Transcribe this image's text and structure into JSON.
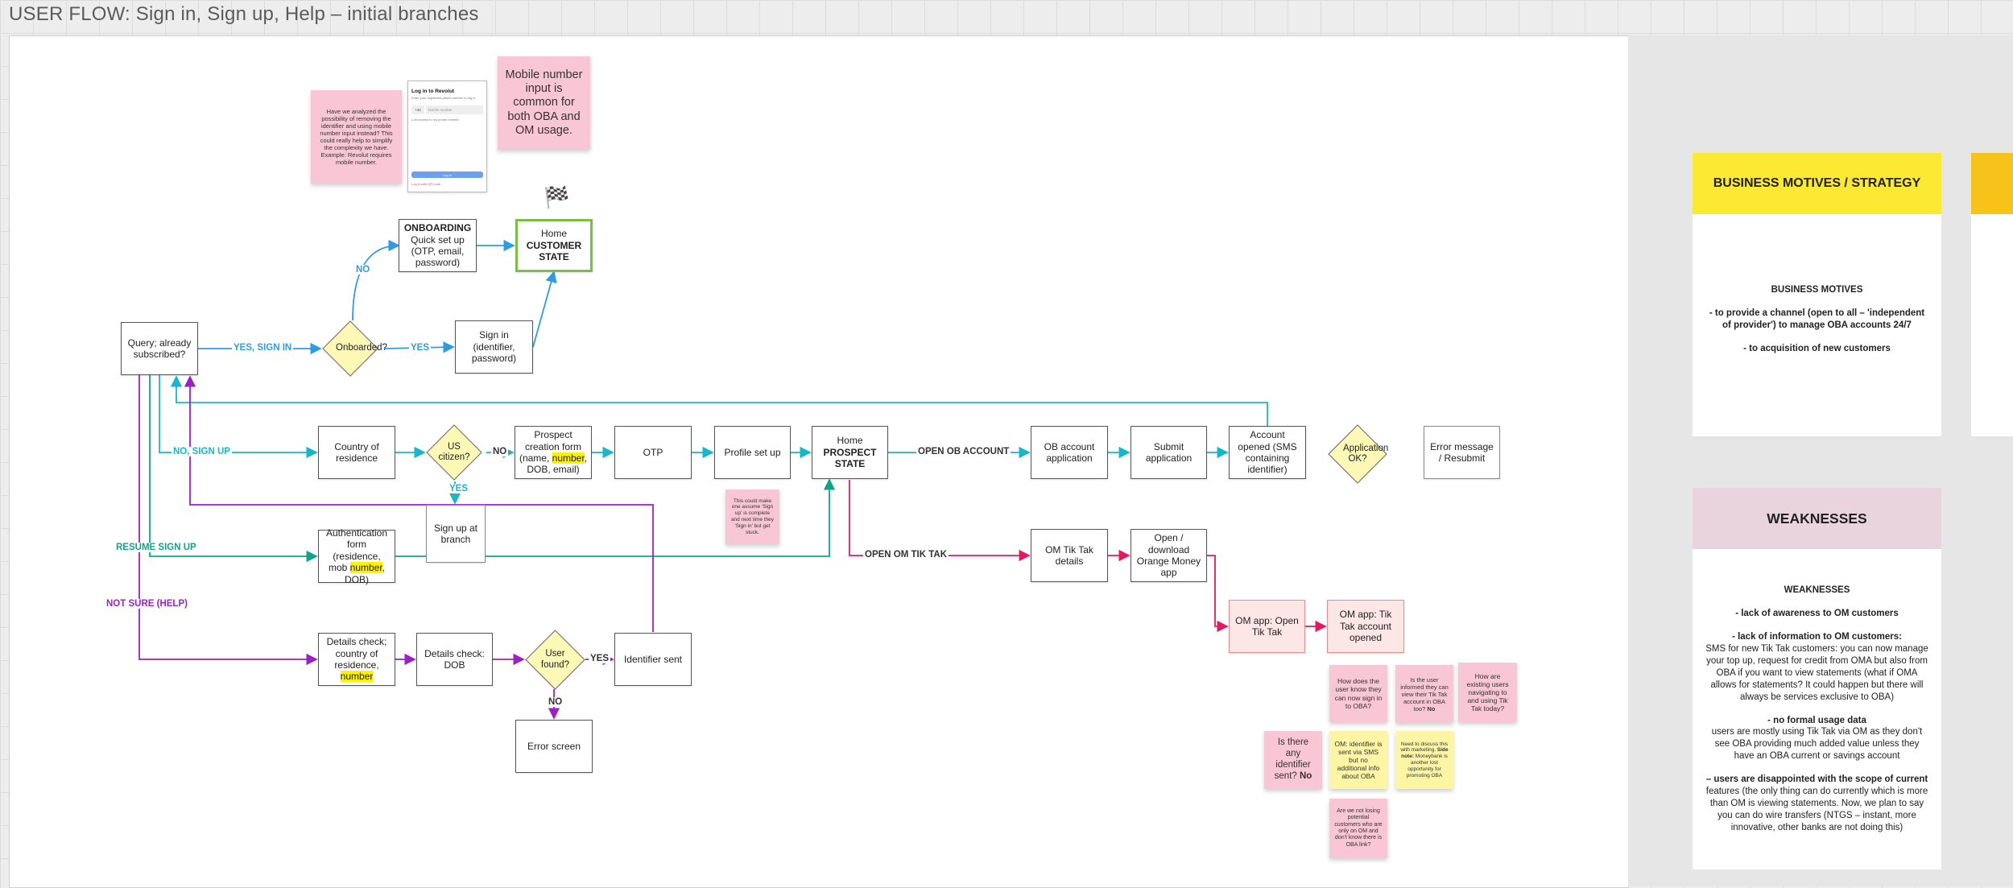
{
  "frame_title": "USER FLOW: Sign in, Sign up, Help – initial branches",
  "nodes": {
    "query": "Query; already subscribed?",
    "onboarded": "Onboarded?",
    "onboarding_title": "ONBOARDING",
    "onboarding_body": "Quick set up (OTP, email, password)",
    "home_customer_line1": "Home",
    "home_customer_line2": "CUSTOMER STATE",
    "sign_in": "Sign in (identifier, password)",
    "country": "Country of residence",
    "us_citizen": "US citizen?",
    "prospect_line1": "Prospect creation form (name,",
    "prospect_hl": "number",
    "prospect_line2": ", DOB, email)",
    "otp": "OTP",
    "profile": "Profile set up",
    "home_prospect_line1": "Home",
    "home_prospect_line2": "PROSPECT STATE",
    "ob_application": "OB account application",
    "submit": "Submit application",
    "account_opened": "Account opened (SMS containing identifier)",
    "application_ok": "Application OK?",
    "error_resubmit": "Error message / Resubmit",
    "signup_branch": "Sign up at branch",
    "auth_line1": "Authentication form (residence, mob",
    "auth_hl": "number",
    "auth_line2": ", DOB)",
    "om_tiktak": "OM Tik Tak details",
    "open_download": "Open / download Orange Money app",
    "om_open": "OM app: Open Tik Tak",
    "om_opened": "OM app: Tik Tak account opened",
    "details_check1_line1": "Details check; country of residence,",
    "details_check1_hl": "number",
    "details_check2": "Details check: DOB",
    "user_found": "User found?",
    "identifier_sent": "Identifier sent",
    "error_screen": "Error screen"
  },
  "edge_labels": {
    "yes_sign_in": "YES, SIGN IN",
    "no_top": "NO",
    "yes_onboarded": "YES",
    "no_sign_up": "NO, SIGN UP",
    "no_us": "NO",
    "yes_us": "YES",
    "open_ob": "OPEN OB ACCOUNT",
    "open_om": "OPEN OM TIK TAK",
    "resume": "RESUME SIGN UP",
    "not_sure": "NOT SURE (HELP)",
    "yes_found": "YES",
    "no_found": "NO"
  },
  "stickies": {
    "identifier_note": "Have we analyzed the possibility of removing the identifier and using mobile number input instead? This could really help to simplify the complexity we have. Example: Revolut requires mobile number.",
    "mobile_note": "Mobile number input is common for both OBA and OM usage.",
    "signup_note": "This could make one assume 'Sign up' is complete and next time they 'Sign in' but get stuck.",
    "how_know": "How does the user know they can now sign in to OBA?",
    "informed": "Is the user informed they can view their Tik Tak account in OBA too?",
    "informed_bold": "No",
    "existing": "How are existing users navigating to and using Tik Tak today?",
    "identifier_sent_q": "Is there any identifier sent?",
    "identifier_sent_bold": "No",
    "om_identifier": "OM: identifier is sent via SMS but no additional info about OBA",
    "discuss_line1": "Need to discuss this with marketing.",
    "discuss_side": "Side note:",
    "discuss_line2": "Moneybank is another lost opportunity for promoting OBA",
    "losing": "Are we not losing potential customers who are only on OM and don't know there is OBA link?"
  },
  "mockup": {
    "title": "Log in to Revolut",
    "subtitle": "Enter your registered phone number to log in",
    "code": "+44",
    "placeholder": "Mobile number",
    "lost": "Lost access to my phone number",
    "button": "Log in",
    "footer": "Log in with QR code"
  },
  "panels": {
    "strategy_title": "BUSINESS MOTIVES / STRATEGY",
    "motives_heading": "BUSINESS MOTIVES",
    "motive_1": "- to provide a channel (open to all – 'independent of provider') to manage OBA accounts 24/7",
    "motive_2": "- to acquisition of new customers",
    "weak_title": "WEAKNESSES",
    "weak_heading": "WEAKNESSES",
    "w1_head": "- lack of awareness to OM customers",
    "w2_head": "- lack of information to OM customers:",
    "w2_body": "SMS for new Tik Tak customers: you can now manage your top up, request for credit from OMA but also from OBA if you want to view statements (what if OMA allows for statements? It could happen but there will always be services exclusive to OBA)",
    "w3_head": "- no formal usage data",
    "w3_body": "users are mostly using Tik Tak via OM as they don't see OBA providing much added value unless they have an OBA current or savings account",
    "w4_head": "– users are disappointed with the scope of current",
    "w4_body": "features (the only thing can do currently which is more than OM is viewing statements. Now, we plan to say you can do wire transfers (NTGS – instant, more innovative, other banks are not doing this)"
  },
  "colors": {
    "blue": "#2f9be0",
    "cyan": "#19b6c9",
    "teal": "#11a388",
    "purple": "#9a22c2",
    "magenta": "#e21a64",
    "diamond_fill": "#fdf8b6",
    "green_border": "#7ac043",
    "panel_yellow": "#fbe934",
    "panel_pink": "#e9d3dd"
  }
}
